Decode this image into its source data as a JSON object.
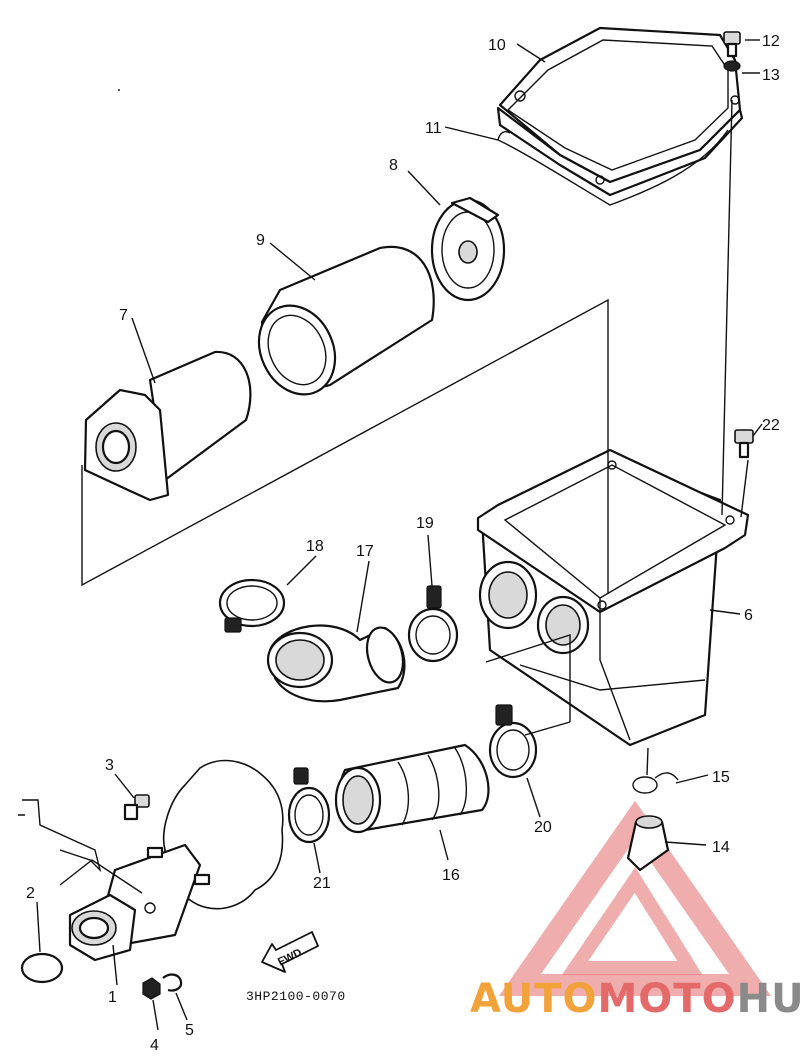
{
  "diagram": {
    "drawing_code": "3HP2100-0070",
    "fwd_label": "FWD",
    "callouts": {
      "p1": "1",
      "p2": "2",
      "p3": "3",
      "p4": "4",
      "p5": "5",
      "p6": "6",
      "p7": "7",
      "p8": "8",
      "p9": "9",
      "p10": "10",
      "p11": "11",
      "p12": "12",
      "p13": "13",
      "p14": "14",
      "p15": "15",
      "p16": "16",
      "p17": "17",
      "p18": "18",
      "p19": "19",
      "p20": "20",
      "p21": "21",
      "p22": "22"
    }
  },
  "watermark": {
    "text_part1": "AUTO",
    "text_part2": "MOTO",
    "text_part3": "HUB",
    "color_orange": "#f2a23a",
    "color_red": "#e46a6a",
    "color_gray": "#8a8a8a"
  }
}
